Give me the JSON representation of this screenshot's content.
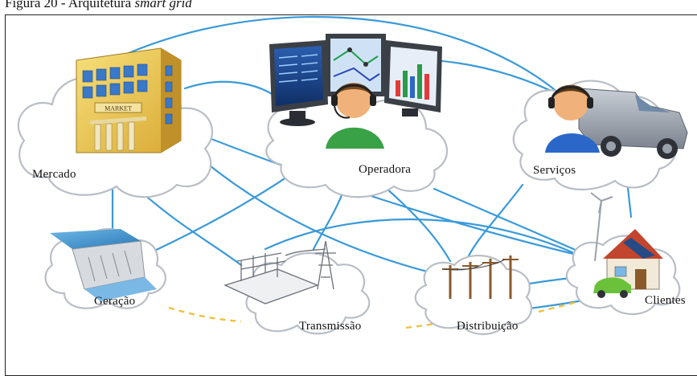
{
  "caption": {
    "prefix": "Figura 20 - Arquitetura ",
    "italic": "smart grid"
  },
  "nodes": {
    "mercado": "Mercado",
    "operadora": "Operadora",
    "servicos": "Serviços",
    "geracao": "Geração",
    "transmissao": "Transmissão",
    "distribuicao": "Distribuição",
    "clientes": "Clientes"
  },
  "building_sign": "MARKET",
  "colors": {
    "link": "#3a9ad9",
    "dashed": "#f0c040",
    "cloud_stroke": "#b9bec6",
    "cloud_fill": "#ffffff"
  },
  "icons": {
    "mercado": "office-building-icon",
    "operadora": "operator-with-monitors-icon",
    "servicos": "service-agent-truck-icon",
    "geracao": "hydro-dam-icon",
    "transmissao": "substation-tower-icon",
    "distribuicao": "utility-poles-icon",
    "clientes": "smart-home-icon"
  }
}
